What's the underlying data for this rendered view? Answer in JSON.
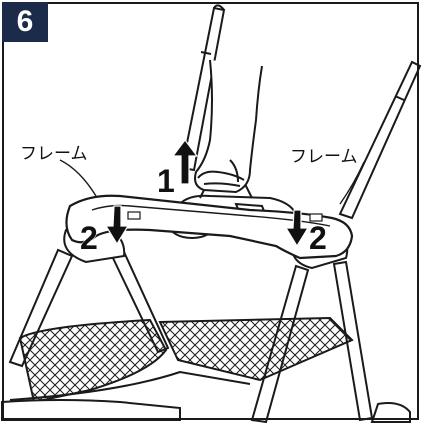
{
  "step": {
    "number": "6"
  },
  "callouts": {
    "frame_left": "フレーム",
    "frame_right": "フレーム"
  },
  "steps": {
    "lift": "1",
    "push_left": "2",
    "push_right": "2"
  },
  "icons": {
    "lift_arrow": "up-arrow-icon",
    "push_left_arrow": "down-arrow-icon",
    "push_right_arrow": "down-arrow-icon"
  },
  "colors": {
    "badge": "#1c2b4a",
    "line": "#1a1a1a"
  }
}
